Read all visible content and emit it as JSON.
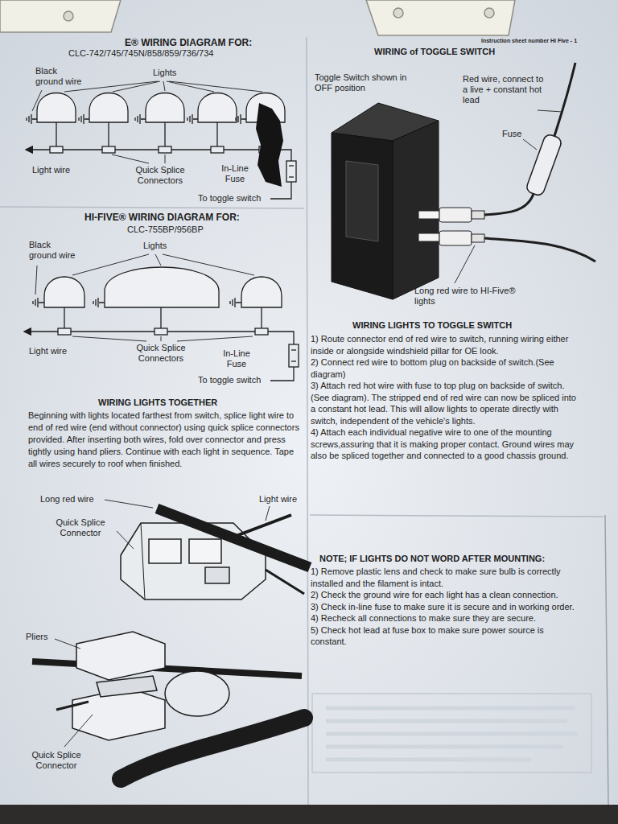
{
  "diagram": {
    "labels": [
      "Instruction sheet number Hi Five - 1",
      "E® WIRING DIAGRAM FOR:",
      "CLC-742/745/745N/858/859/736/734",
      "Black ground wire",
      "Lights",
      "Light wire",
      "Quick Splice Connectors",
      "In-Line Fuse",
      "To toggle switch",
      "HI-FIVE® WIRING DIAGRAM FOR:",
      "CLC-755BP/956BP",
      "Black ground wire",
      "Lights",
      "Light wire",
      "Quick Splice Connectors",
      "In-Line Fuse",
      "To toggle switch",
      "WIRING LIGHTS TOGETHER",
      "Beginning with lights located farthest from switch, splice light wire to end of red wire (end without connector) using quick splice connectors provided. After inserting both wires, fold over connector and press tightly using hand pliers. Continue with each light in sequence. Tape all wires securely to roof when finished.",
      "Long red wire",
      "Light wire",
      "Quick Splice Connector",
      "Pliers",
      "Quick Splice Connector",
      "WIRING of TOGGLE SWITCH",
      "Toggle Switch shown in OFF position",
      "Red wire, connect to a live + constant hot lead",
      "Fuse",
      "Long red wire to HI-Five® lights",
      "WIRING LIGHTS TO TOGGLE SWITCH",
      "1) Route connector end of red wire to switch, running wiring either inside or alongside windshield pillar for OE look.",
      "2) Connect red wire to bottom plug on backside of switch.(See diagram)",
      "3) Attach red hot wire with fuse to top plug on backside of switch. (See diagram). The stripped end of red wire can now be spliced into a constant hot lead. This will allow lights to operate directly with switch, independent of the vehicle's lights.",
      "4) Attach each individual negative wire to one of the mounting screws,assuring that it is making proper contact. Ground wires may also be spliced together and connected to a good chassis ground.",
      "NOTE; IF LIGHTS DO NOT WORD AFTER MOUNTING:",
      "1) Remove plastic lens and check to make sure bulb is correctly installed and the filament is intact.",
      "2) Check the ground wire for each light has a clean connection.",
      "3) Check in-line fuse to make sure it is secure and in working order.",
      "4) Recheck all connections to make sure they are secure.",
      "5) Check hot lead at fuse box to make sure power source is constant."
    ]
  }
}
